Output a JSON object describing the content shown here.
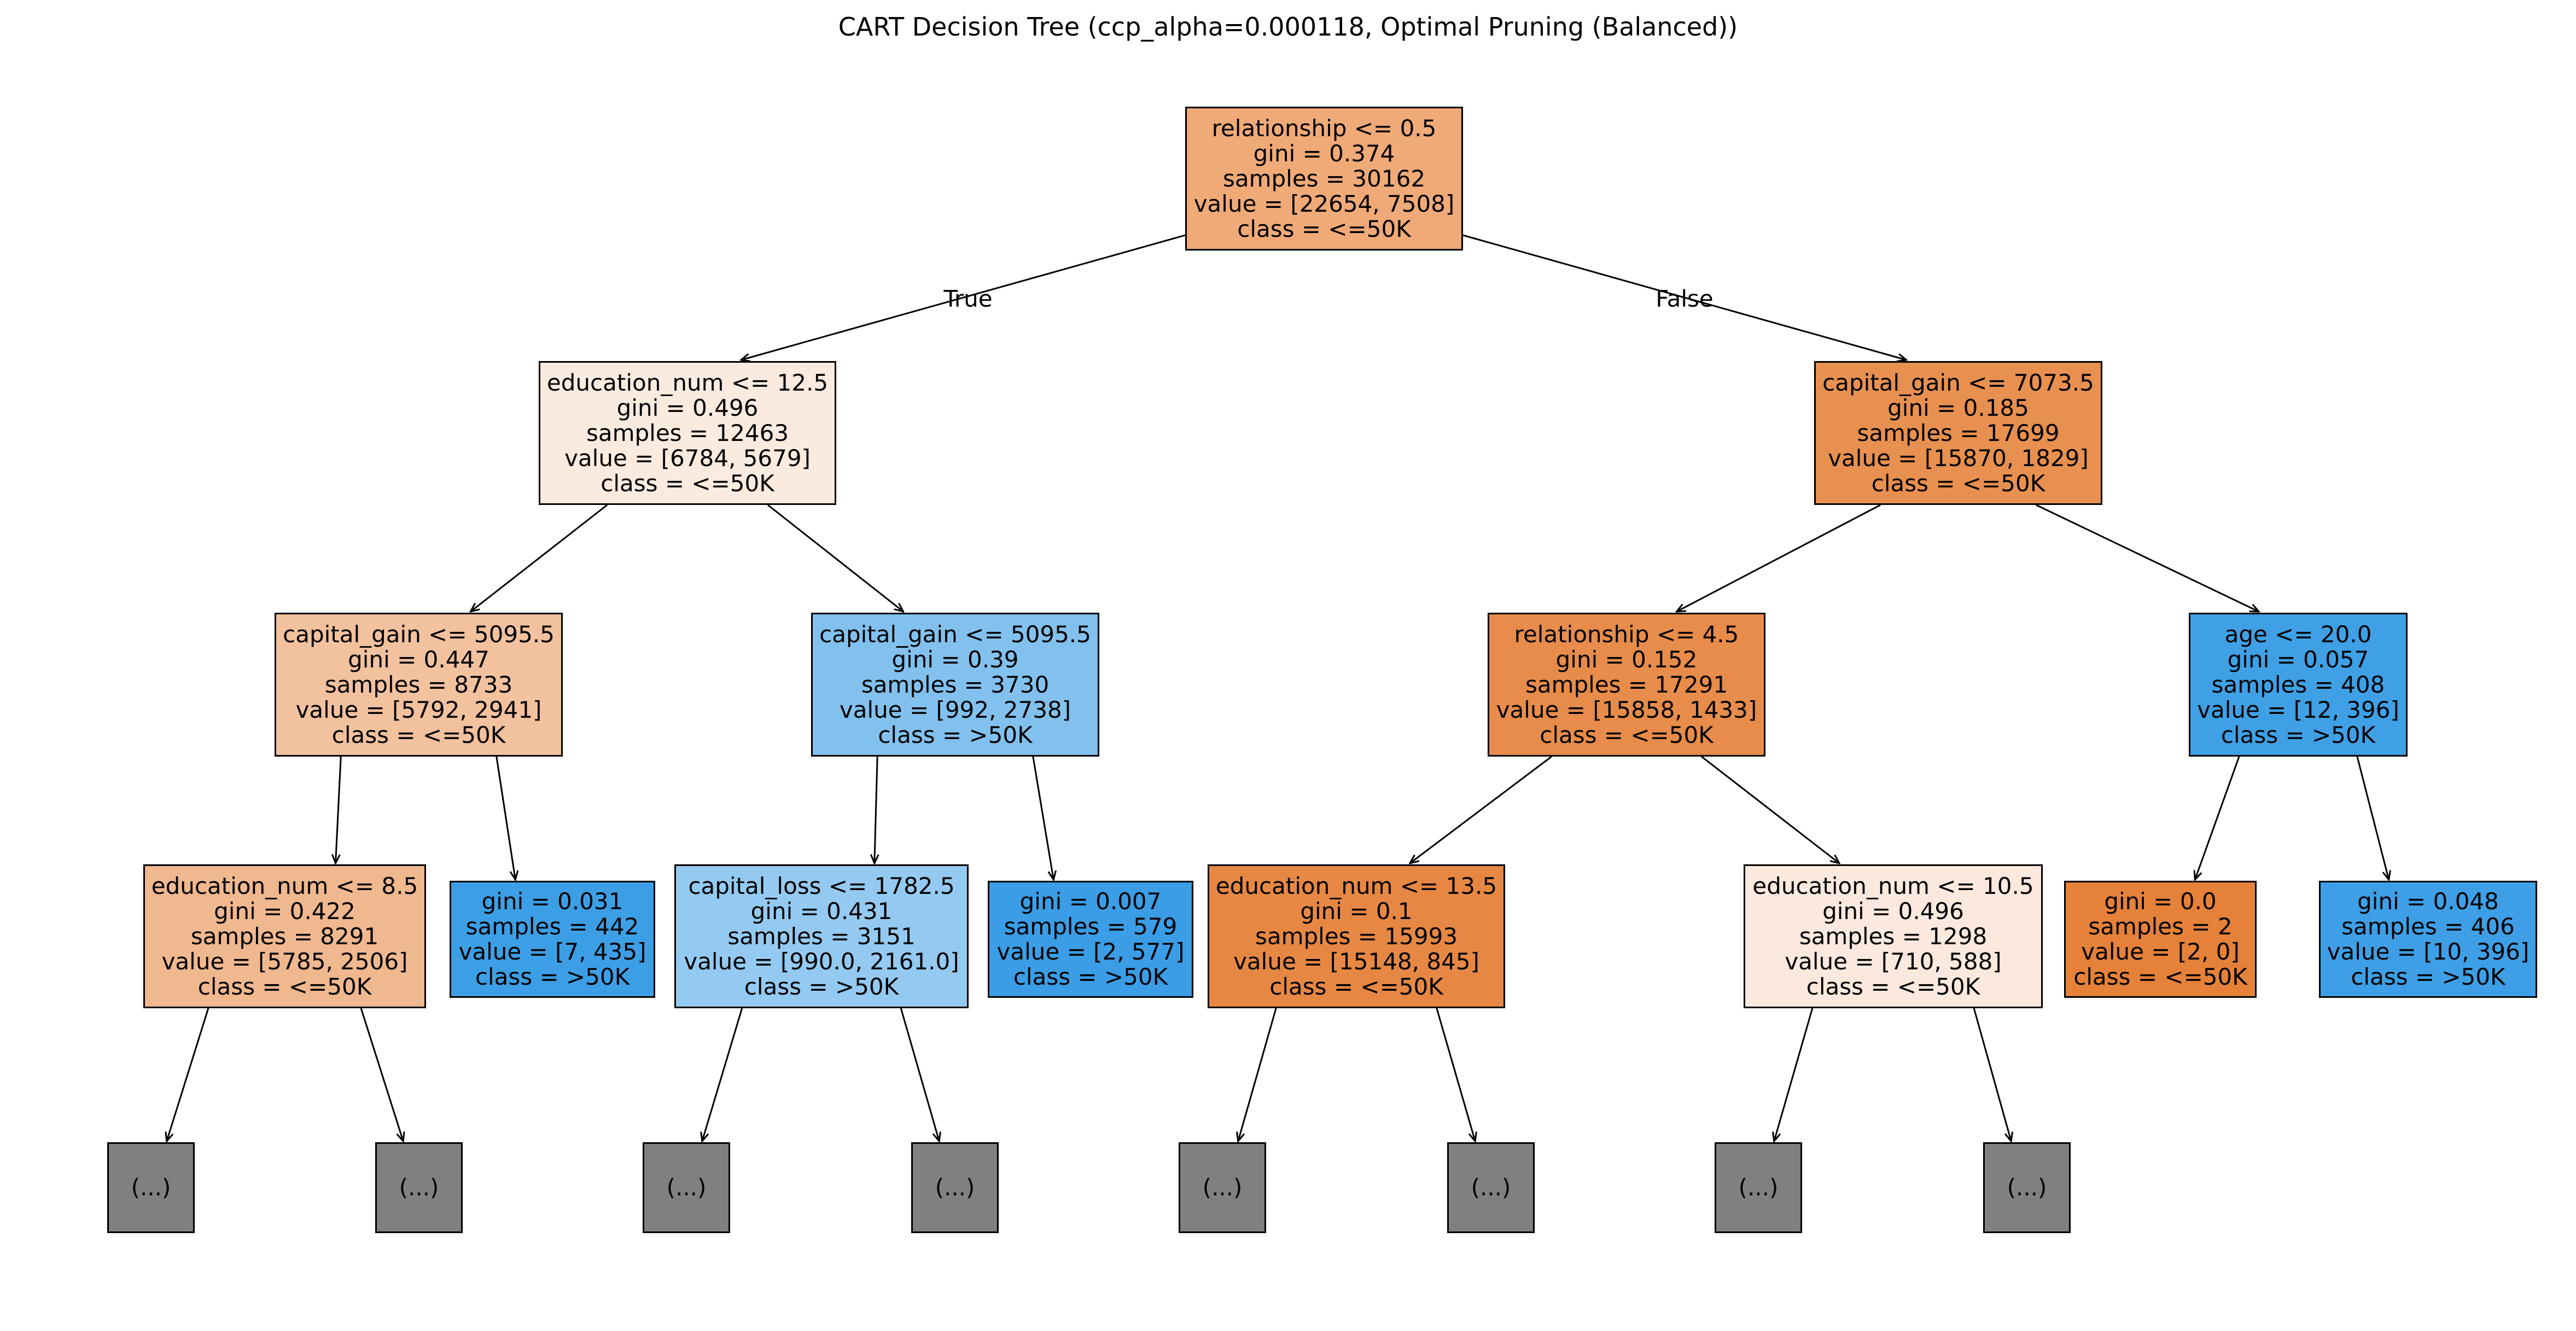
{
  "title": "CART Decision Tree (ccp_alpha=0.000118, Optimal Pruning (Balanced))",
  "edge_labels": {
    "true": "True",
    "false": "False"
  },
  "colors": {
    "class_le50k": "#e58139",
    "class_gt50k": "#399de5",
    "truncated": "#808080",
    "edge": "#000000"
  },
  "nodes": [
    {
      "id": "root",
      "purity_class": "<=50K",
      "lines": [
        "relationship <= 0.5",
        "gini = 0.374",
        "samples = 30162",
        "value = [22654, 7508]",
        "class = <=50K"
      ],
      "fill": "#f0aa78"
    },
    {
      "id": "n1",
      "lines": [
        "education_num <= 12.5",
        "gini = 0.496",
        "samples = 12463",
        "value = [6784, 5679]",
        "class = <=50K"
      ],
      "fill": "#fbebdf"
    },
    {
      "id": "n2",
      "lines": [
        "capital_gain <= 7073.5",
        "gini = 0.185",
        "samples = 17699",
        "value = [15870, 1829]",
        "class = <=50K"
      ],
      "fill": "#e89050"
    },
    {
      "id": "n3",
      "lines": [
        "capital_gain <= 5095.5",
        "gini = 0.447",
        "samples = 8733",
        "value = [5792, 2941]",
        "class = <=50K"
      ],
      "fill": "#f2c19e"
    },
    {
      "id": "n4",
      "lines": [
        "capital_gain <= 5095.5",
        "gini = 0.39",
        "samples = 3730",
        "value = [992, 2738]",
        "class = >50K"
      ],
      "fill": "#82c1ee"
    },
    {
      "id": "n5",
      "lines": [
        "relationship <= 4.5",
        "gini = 0.152",
        "samples = 17291",
        "value = [15858, 1433]",
        "class = <=50K"
      ],
      "fill": "#e78c4b"
    },
    {
      "id": "n6",
      "lines": [
        "age <= 20.0",
        "gini = 0.057",
        "samples = 408",
        "value = [12, 396]",
        "class = >50K"
      ],
      "fill": "#3fa0e6"
    },
    {
      "id": "n7",
      "lines": [
        "education_num <= 8.5",
        "gini = 0.422",
        "samples = 8291",
        "value = [5785, 2506]",
        "class = <=50K"
      ],
      "fill": "#f0b88f"
    },
    {
      "id": "n8",
      "lines": [
        "gini = 0.031",
        "samples = 442",
        "value = [7, 435]",
        "class = >50K"
      ],
      "fill": "#3c9fe5"
    },
    {
      "id": "n9",
      "lines": [
        "capital_loss <= 1782.5",
        "gini = 0.431",
        "samples = 3151",
        "value = [990.0, 2161.0]",
        "class = >50K"
      ],
      "fill": "#94caf1"
    },
    {
      "id": "n10",
      "lines": [
        "gini = 0.007",
        "samples = 579",
        "value = [2, 577]",
        "class = >50K"
      ],
      "fill": "#3a9de5"
    },
    {
      "id": "n11",
      "lines": [
        "education_num <= 13.5",
        "gini = 0.1",
        "samples = 15993",
        "value = [15148, 845]",
        "class = <=50K"
      ],
      "fill": "#e68844"
    },
    {
      "id": "n12",
      "lines": [
        "education_num <= 10.5",
        "gini = 0.496",
        "samples = 1298",
        "value = [710, 588]",
        "class = <=50K"
      ],
      "fill": "#fbe9dd"
    },
    {
      "id": "n13",
      "lines": [
        "gini = 0.0",
        "samples = 2",
        "value = [2, 0]",
        "class = <=50K"
      ],
      "fill": "#e58139"
    },
    {
      "id": "n14",
      "lines": [
        "gini = 0.048",
        "samples = 406",
        "value = [10, 396]",
        "class = >50K"
      ],
      "fill": "#3e9fe6"
    },
    {
      "id": "t1",
      "lines": [
        "(...)"
      ],
      "fill": "#808080"
    },
    {
      "id": "t2",
      "lines": [
        "(...)"
      ],
      "fill": "#808080"
    },
    {
      "id": "t3",
      "lines": [
        "(...)"
      ],
      "fill": "#808080"
    },
    {
      "id": "t4",
      "lines": [
        "(...)"
      ],
      "fill": "#808080"
    },
    {
      "id": "t5",
      "lines": [
        "(...)"
      ],
      "fill": "#808080"
    },
    {
      "id": "t6",
      "lines": [
        "(...)"
      ],
      "fill": "#808080"
    },
    {
      "id": "t7",
      "lines": [
        "(...)"
      ],
      "fill": "#808080"
    },
    {
      "id": "t8",
      "lines": [
        "(...)"
      ],
      "fill": "#808080"
    }
  ],
  "edges": [
    [
      "root",
      "n1"
    ],
    [
      "root",
      "n2"
    ],
    [
      "n1",
      "n3"
    ],
    [
      "n1",
      "n4"
    ],
    [
      "n2",
      "n5"
    ],
    [
      "n2",
      "n6"
    ],
    [
      "n3",
      "n7"
    ],
    [
      "n3",
      "n8"
    ],
    [
      "n4",
      "n9"
    ],
    [
      "n4",
      "n10"
    ],
    [
      "n5",
      "n11"
    ],
    [
      "n5",
      "n12"
    ],
    [
      "n6",
      "n13"
    ],
    [
      "n6",
      "n14"
    ],
    [
      "n7",
      "t1"
    ],
    [
      "n7",
      "t2"
    ],
    [
      "n9",
      "t3"
    ],
    [
      "n9",
      "t4"
    ],
    [
      "n11",
      "t5"
    ],
    [
      "n11",
      "t6"
    ],
    [
      "n12",
      "t7"
    ],
    [
      "n12",
      "t8"
    ]
  ]
}
